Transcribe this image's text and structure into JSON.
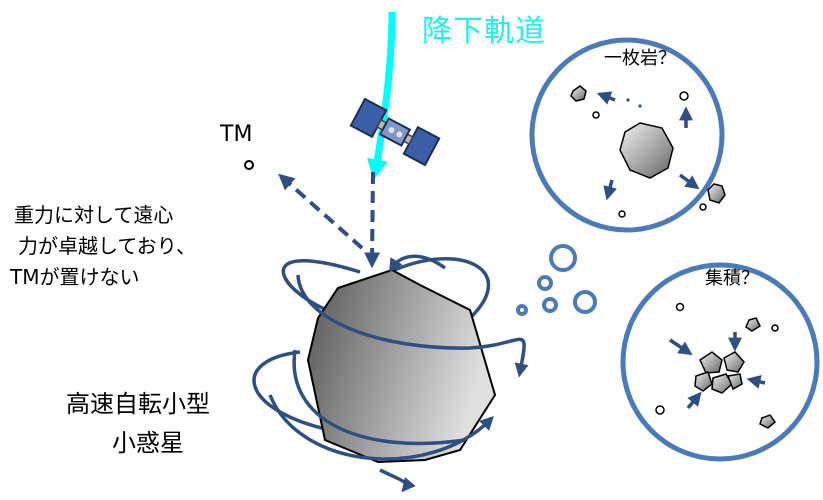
{
  "labels": {
    "descent": "降下軌道",
    "tm": "TM",
    "note": [
      "重力に対して遠心",
      "力が卓越しており、",
      "TMが置けない"
    ],
    "asteroid": [
      "高速自転小型",
      "小惑星"
    ],
    "monolith": "一枚岩？",
    "aggregate": "集積？"
  },
  "colors": {
    "descent_arrow": "#00ffff",
    "title_text": "#22f0f0",
    "dark_blue": "#2e4f80",
    "circle_blue": "#4a7ab8",
    "rock_dark": "#555555",
    "rock_light": "#e0e0e0"
  },
  "icons": [
    "spacecraft-icon",
    "target-marker-icon",
    "asteroid-shape",
    "rotation-arrow-icon",
    "thought-bubble-icon",
    "rock-fragment-icon"
  ]
}
